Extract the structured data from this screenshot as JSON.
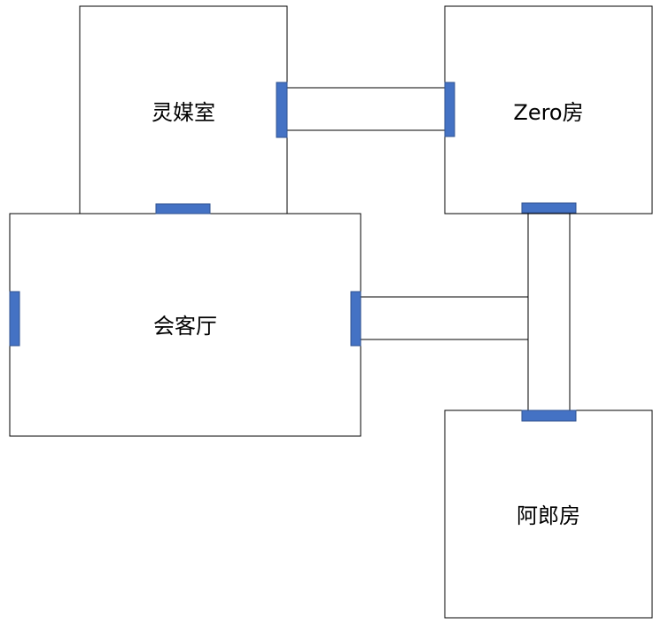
{
  "rooms": {
    "lingmei": {
      "label": "灵媒室"
    },
    "zero": {
      "label": "Zero房"
    },
    "living": {
      "label": "会客厅"
    },
    "alang": {
      "label": "阿郎房"
    }
  },
  "colors": {
    "door_fill": "#4472c4",
    "door_stroke": "#2f528f",
    "wall": "#000000",
    "background": "#ffffff"
  }
}
